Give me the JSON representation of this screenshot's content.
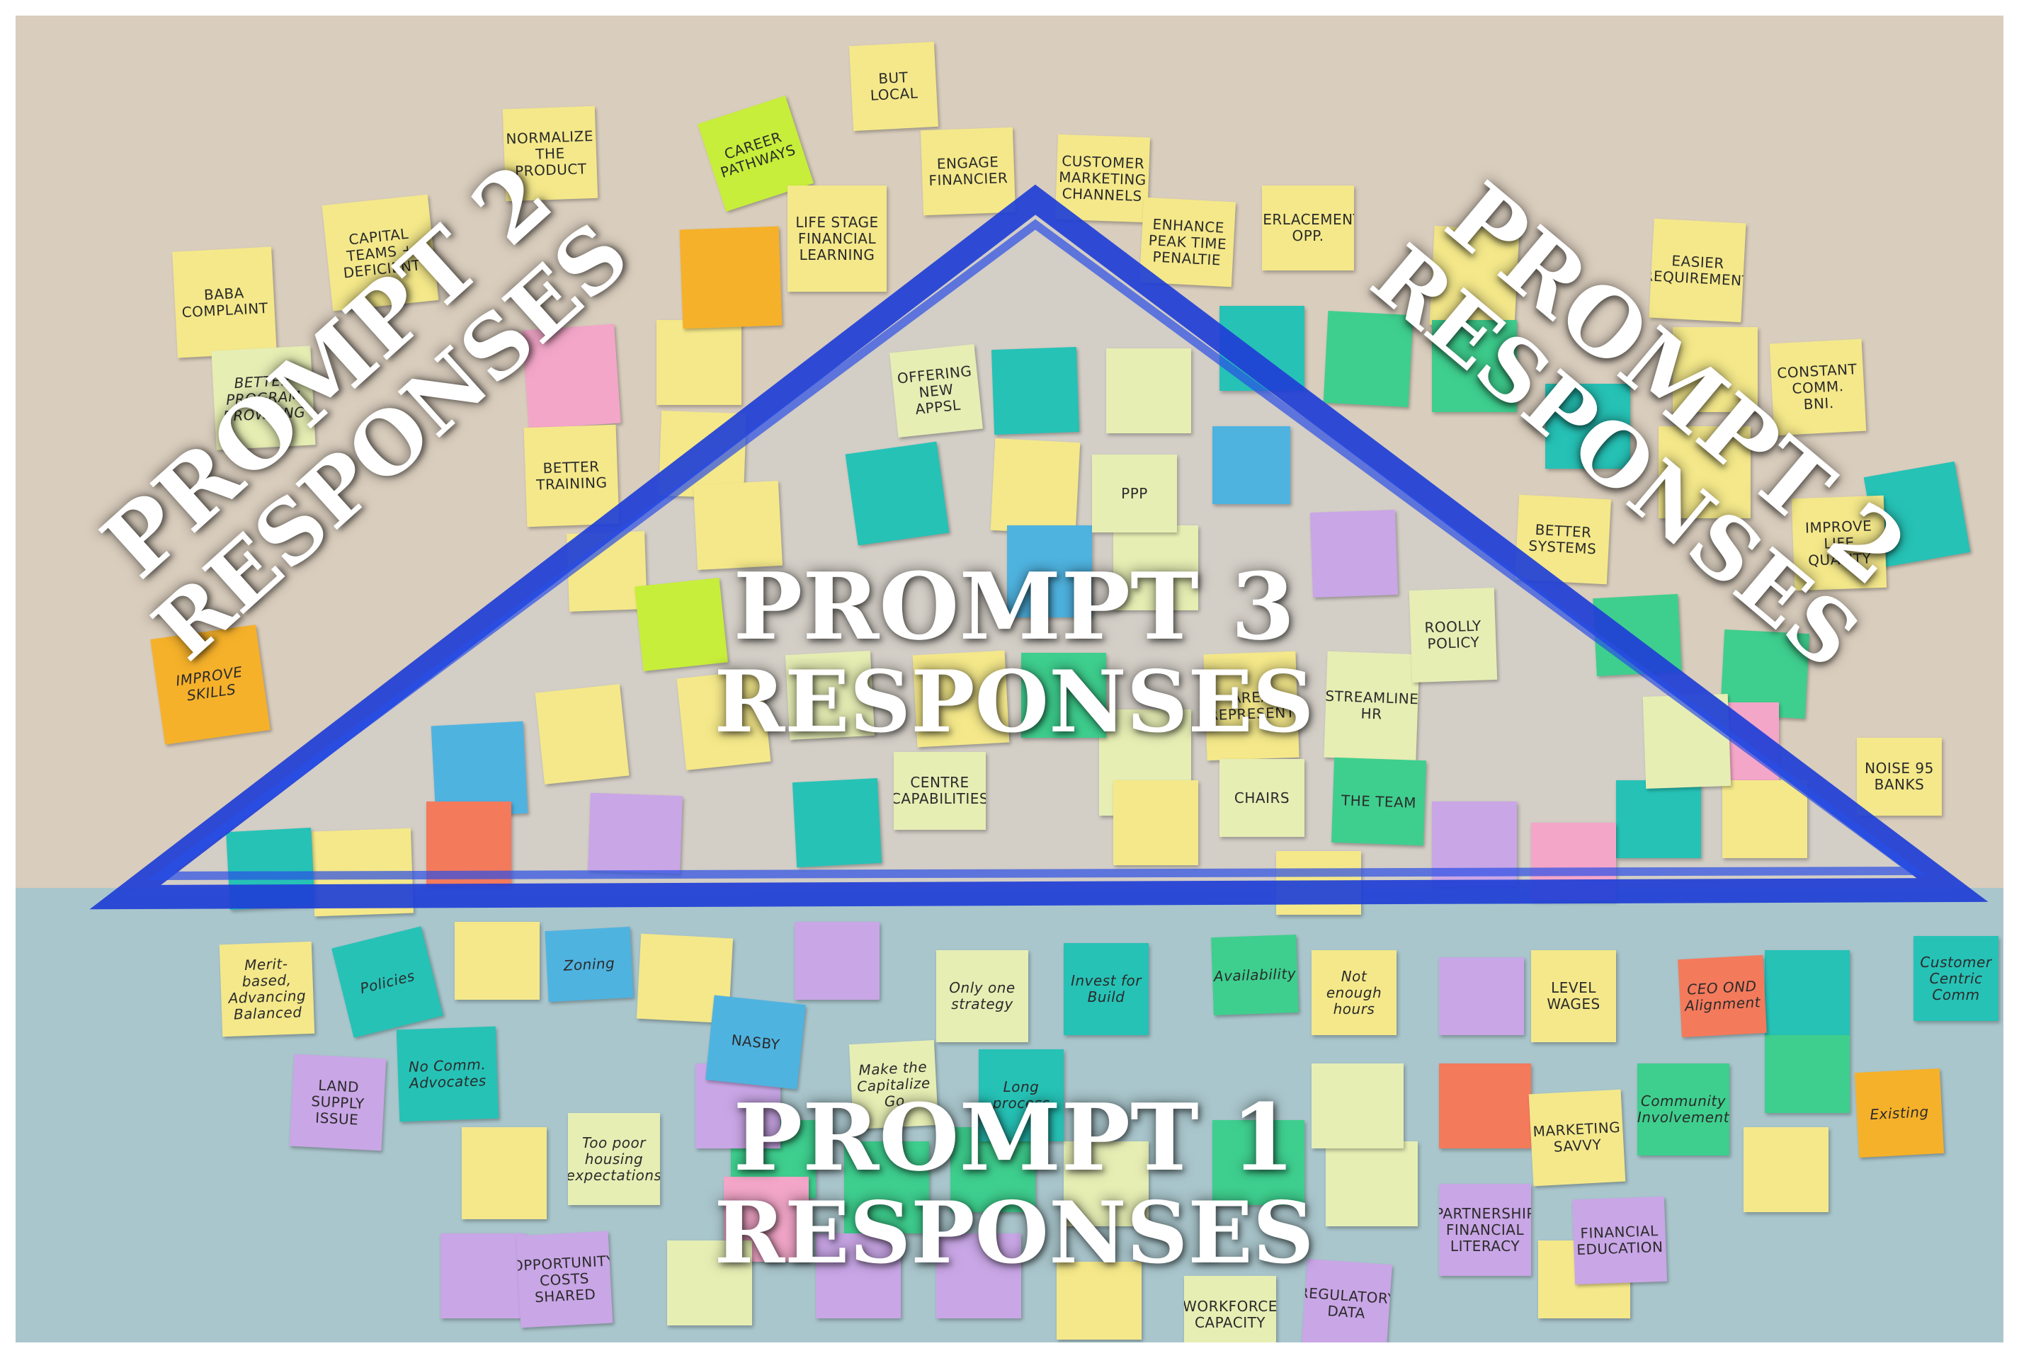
{
  "overlays": {
    "prompt1": {
      "line1": "PROMPT 1",
      "line2": "RESPONSES"
    },
    "prompt2_left": {
      "line1": "PROMPT 2",
      "line2": "RESPONSES"
    },
    "prompt2_right": {
      "line1": "PROMPT 2",
      "line2": "RESPONSES"
    },
    "prompt3": {
      "line1": "PROMPT 3",
      "line2": "RESPONSES"
    }
  },
  "colors": {
    "tape": "#1f3fd6",
    "wall_upper": "#d9cdbd",
    "wall_lower": "#a9c6cc",
    "note_yellow": "#f4e88a",
    "note_orange": "#f6b12a",
    "note_pink": "#f3a6c8",
    "note_purple": "#c9a6e6",
    "note_teal": "#26c2b6",
    "note_blue": "#4fb3e0",
    "note_lime": "#c7ee3a",
    "note_green": "#3ecf8e",
    "note_coral": "#f47a5c",
    "note_pale": "#e6eeb4"
  },
  "notes": [
    {
      "text": "BUT LOCAL"
    },
    {
      "text": "NORMALIZE THE PRODUCT"
    },
    {
      "text": "CAREER PATHWAYS"
    },
    {
      "text": "ENGAGE FINANCIER"
    },
    {
      "text": "CUSTOMER MARKETING CHANNELS"
    },
    {
      "text": "CAPITAL TEAMS + DEFICIENT"
    },
    {
      "text": "LIFE STAGE FINANCIAL LEARNING"
    },
    {
      "text": "BABA COMPLAINT"
    },
    {
      "text": "BETTER PROGRAM BROWSING"
    },
    {
      "text": "ENHANCE PEAK TIME PENALTIE"
    },
    {
      "text": "PERLACEMENT OPP."
    },
    {
      "text": "EASIER REQUIREMENT"
    },
    {
      "text": "CONSTANT COMM. BNI."
    },
    {
      "text": "IMPROVE LIFE QUALITY"
    },
    {
      "text": "BETTER SYSTEMS"
    },
    {
      "text": "BETTER TRAINING"
    },
    {
      "text": "IMPROVE SKILLS"
    },
    {
      "text": "OFFERING NEW APPSL"
    },
    {
      "text": "PPP"
    },
    {
      "text": "AREA REPRESENT"
    },
    {
      "text": "STREAMLINE HR"
    },
    {
      "text": "ROOLLY POLICY"
    },
    {
      "text": "THE TEAM"
    },
    {
      "text": "CENTRE CAPABILITIES"
    },
    {
      "text": "NOISE 95 BANKS"
    },
    {
      "text": "CHAIRS"
    },
    {
      "text": "Merit-based, Advancing Balanced"
    },
    {
      "text": "Policies"
    },
    {
      "text": "Zoning"
    },
    {
      "text": "Only one strategy"
    },
    {
      "text": "Invest for Build"
    },
    {
      "text": "Availability"
    },
    {
      "text": "Not enough hours"
    },
    {
      "text": "LEVEL WAGES"
    },
    {
      "text": "CEO OND Alignment"
    },
    {
      "text": "Customer Centric Comm"
    },
    {
      "text": "LAND SUPPLY ISSUE"
    },
    {
      "text": "No Comm. Advocates"
    },
    {
      "text": "NASBY"
    },
    {
      "text": "Make the Capitalize Go"
    },
    {
      "text": "Long process"
    },
    {
      "text": "Community Involvement"
    },
    {
      "text": "MARKETING SAVVY"
    },
    {
      "text": "Too poor housing expectations"
    },
    {
      "text": "OPPORTUNITY COSTS SHARED"
    },
    {
      "text": "PARTNERSHIP FINANCIAL LITERACY"
    },
    {
      "text": "FINANCIAL EDUCATION"
    },
    {
      "text": "WORKFORCE CAPACITY"
    },
    {
      "text": "REGULATORY DATA"
    },
    {
      "text": "Existing"
    }
  ]
}
